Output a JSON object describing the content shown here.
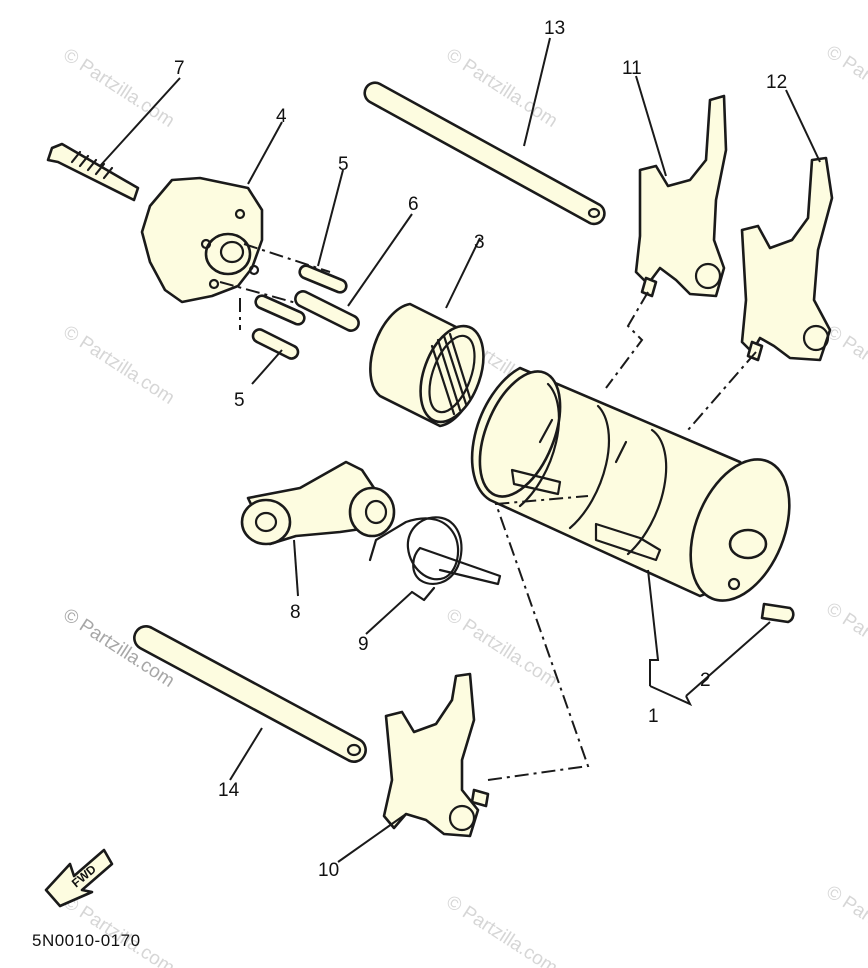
{
  "watermark": {
    "text": "© Partzilla.com"
  },
  "callouts": [
    {
      "id": "c1",
      "label": "1"
    },
    {
      "id": "c2",
      "label": "2"
    },
    {
      "id": "c3",
      "label": "3"
    },
    {
      "id": "c4",
      "label": "4"
    },
    {
      "id": "c5a",
      "label": "5"
    },
    {
      "id": "c5b",
      "label": "5"
    },
    {
      "id": "c6",
      "label": "6"
    },
    {
      "id": "c7",
      "label": "7"
    },
    {
      "id": "c8",
      "label": "8"
    },
    {
      "id": "c9",
      "label": "9"
    },
    {
      "id": "c10",
      "label": "10"
    },
    {
      "id": "c11",
      "label": "11"
    },
    {
      "id": "c12",
      "label": "12"
    },
    {
      "id": "c13",
      "label": "13"
    },
    {
      "id": "c14",
      "label": "14"
    }
  ],
  "fwd_label": "FWD",
  "diagram_code": "5N0010-0170"
}
